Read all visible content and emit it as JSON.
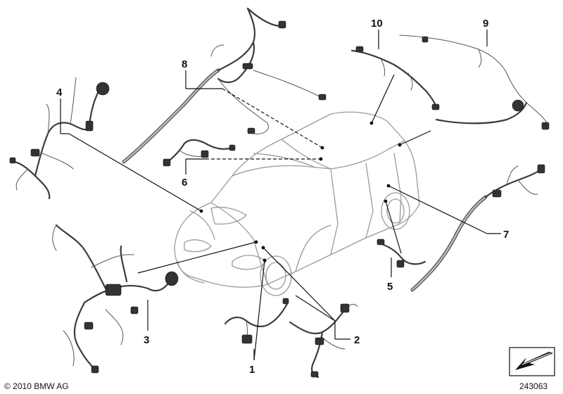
{
  "callouts": [
    {
      "id": "1",
      "label": "1"
    },
    {
      "id": "2",
      "label": "2"
    },
    {
      "id": "3",
      "label": "3"
    },
    {
      "id": "4",
      "label": "4"
    },
    {
      "id": "5",
      "label": "5"
    },
    {
      "id": "6",
      "label": "6"
    },
    {
      "id": "7",
      "label": "7"
    },
    {
      "id": "8",
      "label": "8"
    },
    {
      "id": "9",
      "label": "9"
    },
    {
      "id": "10",
      "label": "10"
    }
  ],
  "footer": {
    "copyright": "© 2010 BMW AG",
    "diagram_number": "243063"
  },
  "icons": {
    "nav_icon": "arrow-down-left-icon"
  }
}
